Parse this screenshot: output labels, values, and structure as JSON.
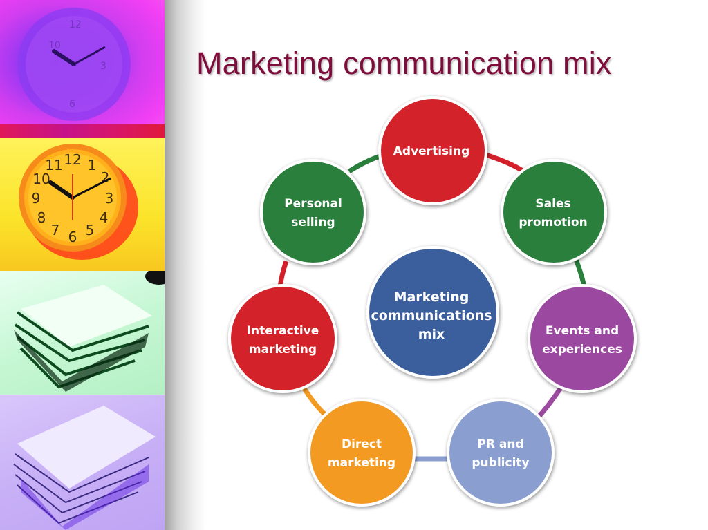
{
  "slide": {
    "title": "Marketing communication mix",
    "title_color": "#7e0d3c"
  },
  "left_images": [
    {
      "name": "purple-clock",
      "description": "purple tinted wall clock"
    },
    {
      "name": "yellow-clock",
      "description": "orange wall clock showing 10:10",
      "numbers": [
        "12",
        "1",
        "2",
        "3",
        "4",
        "5",
        "6",
        "7",
        "8",
        "9",
        "10",
        "11"
      ]
    },
    {
      "name": "green-papers",
      "description": "green tinted stack of papers"
    },
    {
      "name": "violet-papers",
      "description": "violet tinted stack of papers"
    }
  ],
  "diagram": {
    "center": {
      "lines": [
        "Marketing",
        "communications",
        "mix"
      ],
      "color": "#3b5f9c"
    },
    "nodes": [
      {
        "id": "advertising",
        "lines": [
          "Advertising"
        ],
        "color": "#d3202a",
        "connector_color": "#d3202a"
      },
      {
        "id": "sales-promotion",
        "lines": [
          "Sales",
          "promotion"
        ],
        "color": "#2a7f3c",
        "connector_color": "#2a7f3c"
      },
      {
        "id": "events-experiences",
        "lines": [
          "Events and",
          "experiences"
        ],
        "color": "#9b4aa0",
        "connector_color": "#9b4aa0"
      },
      {
        "id": "pr-publicity",
        "lines": [
          "PR and",
          "publicity"
        ],
        "color": "#8a9fd0",
        "connector_color": "#8a9fd0"
      },
      {
        "id": "direct-marketing",
        "lines": [
          "Direct",
          "marketing"
        ],
        "color": "#f39a21",
        "connector_color": "#f39a21"
      },
      {
        "id": "interactive-marketing",
        "lines": [
          "Interactive",
          "marketing"
        ],
        "color": "#d3202a",
        "connector_color": "#d3202a"
      },
      {
        "id": "personal-selling",
        "lines": [
          "Personal",
          "selling"
        ],
        "color": "#2a7f3c",
        "connector_color": "#2a7f3c"
      }
    ]
  }
}
